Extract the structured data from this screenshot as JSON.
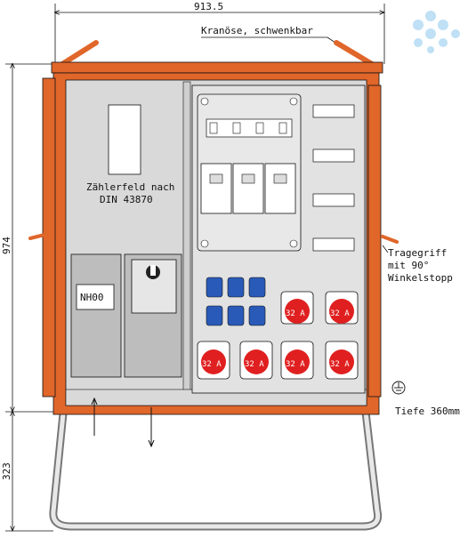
{
  "dimensions": {
    "width": "913.5",
    "height": "974",
    "stand_height": "323"
  },
  "labels": {
    "crane_eye": "Kranöse, schwenkbar",
    "meter_field_line1": "Zählerfeld nach",
    "meter_field_line2": "DIN 43870",
    "handle_line1": "Tragegriff",
    "handle_line2": "mit 90°",
    "handle_line3": "Winkelstopp",
    "depth": "Tiefe 360mm",
    "fuse_label": "NH00"
  },
  "sockets": {
    "cee_red": [
      "32 A",
      "32 A",
      "32 A",
      "32 A",
      "32 A",
      "32 A"
    ]
  },
  "colors": {
    "frame": "#e0662a",
    "panel": "#d9d9d9",
    "socket_red": "#e02020",
    "socket_blue": "#2a5ab8",
    "logo": "#bfe0f5"
  },
  "icons": {
    "logo": "water-droplets-icon",
    "ground": "ground-symbol-icon"
  }
}
